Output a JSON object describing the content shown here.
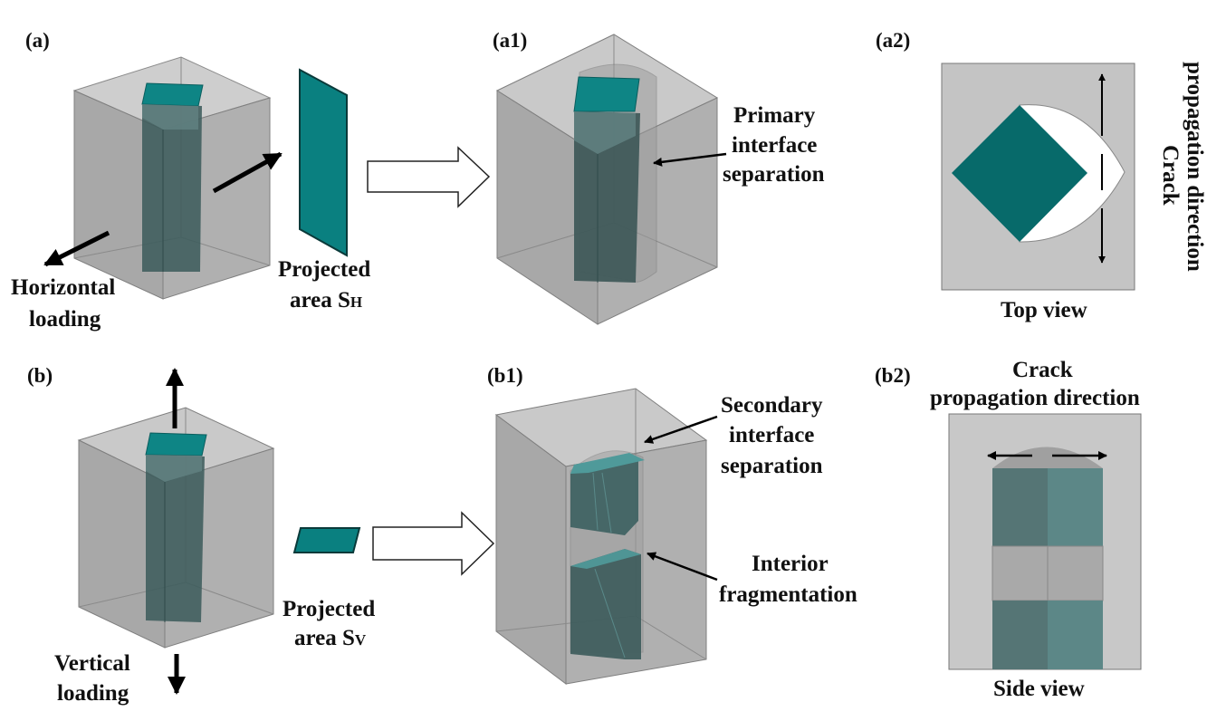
{
  "colors": {
    "box_fill": "#a9a9a9",
    "box_edge": "#7a7a7a",
    "column_dark": "#3f5a5a",
    "column_top": "#0e8080",
    "projection": "#0b7a7a",
    "crack_white": "#ffffff",
    "view_bg": "#c4c4c4",
    "arrow": "#000000"
  },
  "panels": {
    "a": {
      "label": "(a)",
      "loading_line1": "Horizontal",
      "loading_line2": "loading",
      "proj_line1": "Projected",
      "proj_line2": "area S",
      "proj_sub": "H"
    },
    "a1": {
      "label": "(a1)",
      "annotation": [
        "Primary",
        "interface",
        "separation"
      ]
    },
    "a2": {
      "label": "(a2)",
      "view": "Top view",
      "direction_line1": "Crack",
      "direction_line2": "propagation direction"
    },
    "b": {
      "label": "(b)",
      "loading_line1": "Vertical",
      "loading_line2": "loading",
      "proj_line1": "Projected",
      "proj_line2": "area S",
      "proj_sub": "V"
    },
    "b1": {
      "label": "(b1)",
      "annotation1": [
        "Secondary",
        "interface",
        "separation"
      ],
      "annotation2": [
        "Interior",
        "fragmentation"
      ]
    },
    "b2": {
      "label": "(b2)",
      "view": "Side view",
      "direction_line1": "Crack",
      "direction_line2": "propagation direction"
    }
  }
}
